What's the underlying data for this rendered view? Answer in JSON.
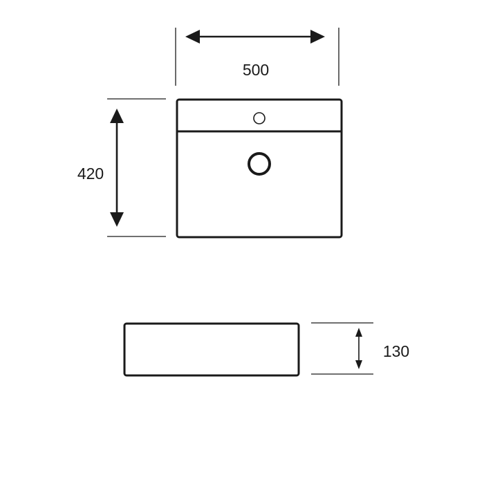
{
  "diagram": {
    "dimensions": {
      "width": "500",
      "depth": "420",
      "height": "130"
    },
    "colors": {
      "line": "#1a1a1a",
      "background": "#ffffff"
    }
  }
}
